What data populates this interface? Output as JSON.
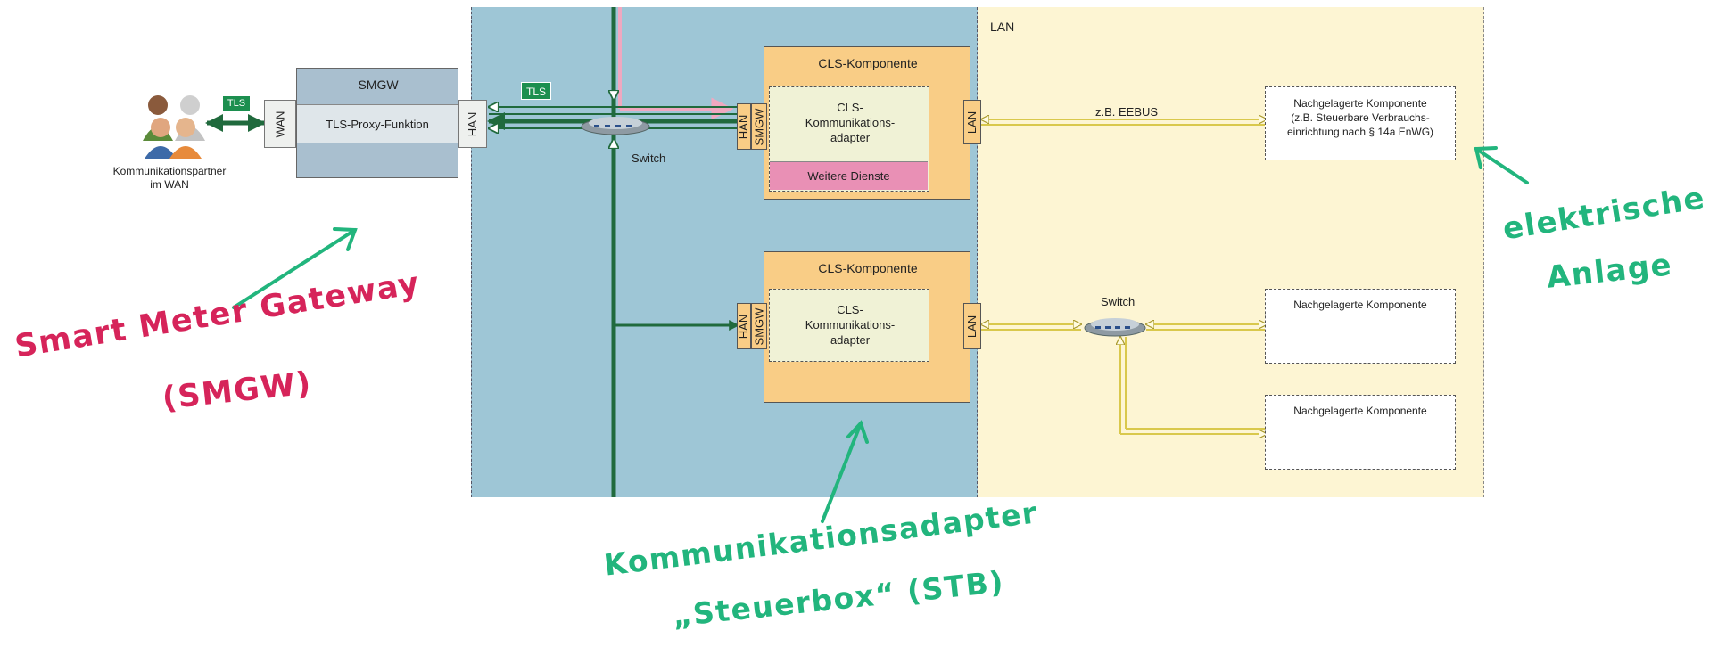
{
  "wan_partner": {
    "line1": "Kommunikationspartner",
    "line2": "im WAN"
  },
  "tls_left": "TLS",
  "tls_mid": "TLS",
  "smgw": {
    "title": "SMGW",
    "proxy": "TLS-Proxy-Funktion",
    "wan": "WAN",
    "han": "HAN"
  },
  "lan_label": "LAN",
  "switch_top": "Switch",
  "switch_bottom": "Switch",
  "cls1": {
    "title": "CLS-Komponente",
    "han": "HAN",
    "smgw": "SMGW",
    "adapter_l1": "CLS-",
    "adapter_l2": "Kommunikations-",
    "adapter_l3": "adapter",
    "weitere": "Weitere Dienste",
    "lan": "LAN"
  },
  "cls2": {
    "title": "CLS-Komponente",
    "han": "HAN",
    "smgw": "SMGW",
    "adapter_l1": "CLS-",
    "adapter_l2": "Kommunikations-",
    "adapter_l3": "adapter",
    "lan": "LAN"
  },
  "eebus": "z.B. EEBUS",
  "nach1": {
    "l1": "Nachgelagerte Komponente",
    "l2": "(z.B. Steuerbare Verbrauchs-",
    "l3": "einrichtung nach § 14a EnWG)"
  },
  "nach2": "Nachgelagerte Komponente",
  "nach3": "Nachgelagerte Komponente",
  "annotations": {
    "smgw_l1": "Smart Meter Gateway",
    "smgw_l2": "(SMGW)",
    "stb_l1": "Kommunikationsadapter",
    "stb_l2": "„Steuerbox“ (STB)",
    "anlage_l1": "elektrische",
    "anlage_l2": "Anlage"
  },
  "colors": {
    "han_zone": "#9ec6d6",
    "lan_zone": "#fdf5d3",
    "cls_box": "#f9cd86",
    "adapter": "#f0f2d6",
    "weitere": "#e990b5",
    "smgw_box": "#a9bfcf",
    "dark_green": "#206a3d",
    "tls_green": "#1c8f4f",
    "yellow_line": "#d9c84c",
    "pink_line": "#f0a8c0",
    "annot_red": "#d6245a",
    "annot_green": "#22b57d"
  }
}
